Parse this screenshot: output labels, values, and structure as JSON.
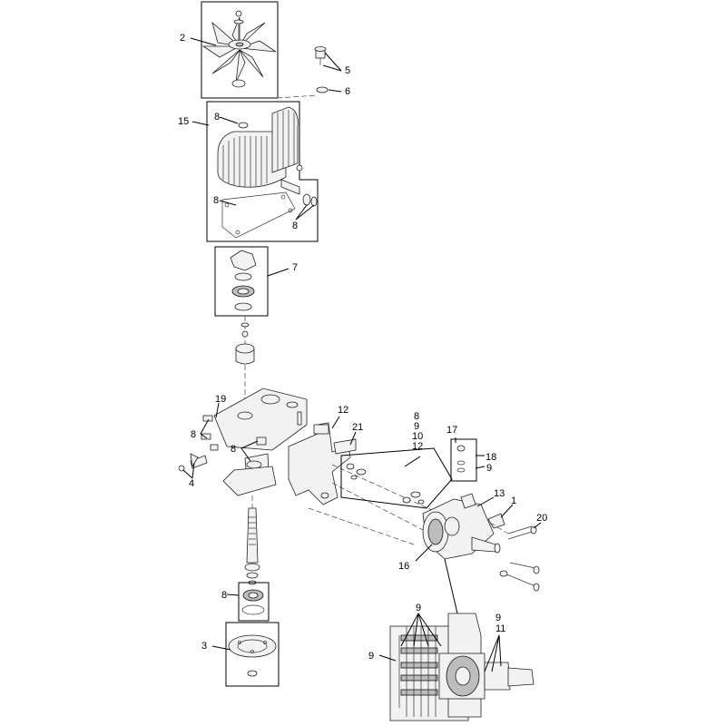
{
  "callouts": [
    {
      "id": "c-2",
      "text": "2"
    },
    {
      "id": "c-5",
      "text": "5"
    },
    {
      "id": "c-6",
      "text": "6"
    },
    {
      "id": "c-15",
      "text": "15"
    },
    {
      "id": "c-8a",
      "text": "8"
    },
    {
      "id": "c-8b",
      "text": "8"
    },
    {
      "id": "c-8c",
      "text": "8"
    },
    {
      "id": "c-7",
      "text": "7"
    },
    {
      "id": "c-19",
      "text": "19"
    },
    {
      "id": "c-8d",
      "text": "8"
    },
    {
      "id": "c-8e",
      "text": "8"
    },
    {
      "id": "c-4",
      "text": "4"
    },
    {
      "id": "c-12a",
      "text": "12"
    },
    {
      "id": "c-21",
      "text": "21"
    },
    {
      "id": "c-8f",
      "text": "8"
    },
    {
      "id": "c-9a",
      "text": "9"
    },
    {
      "id": "c-10",
      "text": "10"
    },
    {
      "id": "c-12b",
      "text": "12"
    },
    {
      "id": "c-17",
      "text": "17"
    },
    {
      "id": "c-18",
      "text": "18"
    },
    {
      "id": "c-9b",
      "text": "9"
    },
    {
      "id": "c-13",
      "text": "13"
    },
    {
      "id": "c-1",
      "text": "1"
    },
    {
      "id": "c-20",
      "text": "20"
    },
    {
      "id": "c-16",
      "text": "16"
    },
    {
      "id": "c-8g",
      "text": "8"
    },
    {
      "id": "c-3",
      "text": "3"
    },
    {
      "id": "c-9c",
      "text": "9"
    },
    {
      "id": "c-9d",
      "text": "9"
    },
    {
      "id": "c-11",
      "text": "11"
    },
    {
      "id": "c-9e",
      "text": "9"
    }
  ]
}
